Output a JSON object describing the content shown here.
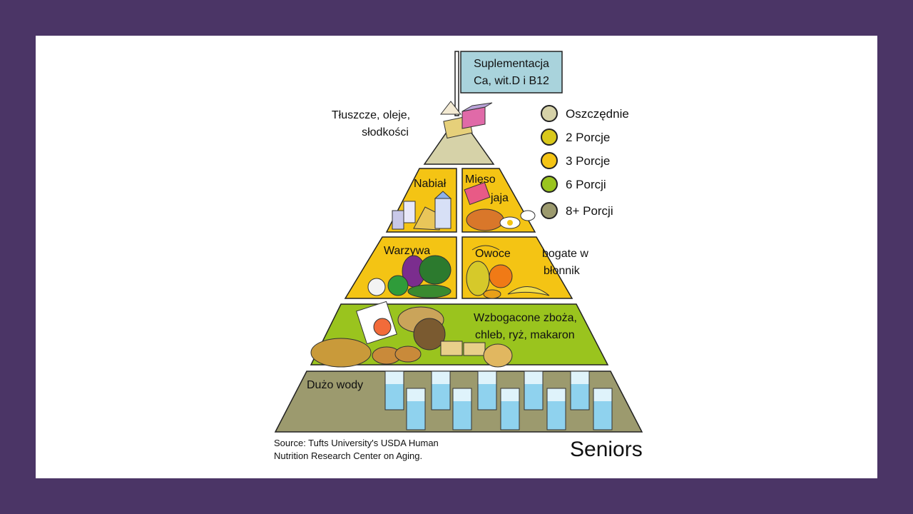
{
  "flag": {
    "line1": "Suplementacja",
    "line2": "Ca, wit.D i B12"
  },
  "tiers": {
    "fats": {
      "line1": "Tłuszcze, oleje,",
      "line2": "słodkości"
    },
    "dairy": "Nabiał",
    "meat": {
      "line1": "Mięso",
      "line2": "jaja"
    },
    "vegetables": "Warzywa",
    "fruits": "Owoce",
    "fiber": {
      "line1": "bogate w",
      "line2": "błonnik"
    },
    "grains": {
      "line1": "Wzbogacone zboża,",
      "line2": "chleb, ryż, makaron"
    },
    "water": "Dużo wody"
  },
  "legend": [
    {
      "label": "Oszczędnie",
      "color": "#d6d2a8"
    },
    {
      "label": "2 Porcje",
      "color": "#d9c81a"
    },
    {
      "label": "3 Porcje",
      "color": "#f4c414"
    },
    {
      "label": "6 Porcji",
      "color": "#9ac41e"
    },
    {
      "label": "8+ Porcji",
      "color": "#9c9a6e"
    }
  ],
  "source": {
    "line1": "Source: Tufts University's USDA Human",
    "line2": "Nutrition Research Center on Aging."
  },
  "brand": "Seniors",
  "colors": {
    "frame": "#4b3566",
    "top_tier": "#d6d2a8",
    "dairy_meat_tier": "#f4c414",
    "veg_fruit_tier": "#f4c414",
    "grain_tier": "#9ac41e",
    "water_tier": "#9c9a6e",
    "flag": "#a9d3dc"
  }
}
